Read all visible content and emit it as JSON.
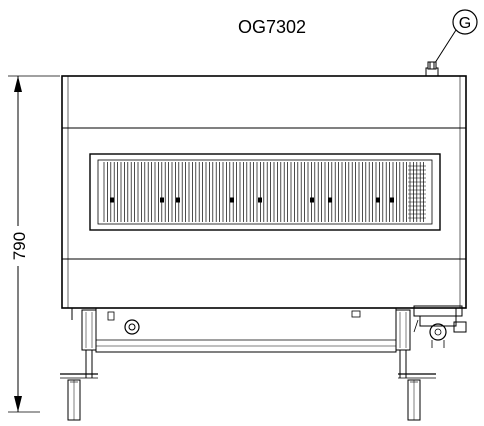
{
  "drawing": {
    "model_label": "OG7302",
    "callout_letter": "G",
    "height_dimension": "790"
  },
  "colors": {
    "line": "#000000",
    "background": "#ffffff"
  }
}
